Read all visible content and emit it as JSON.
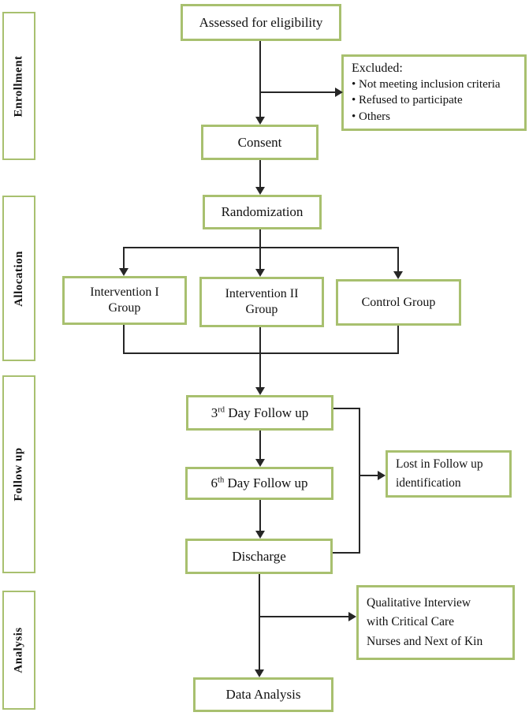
{
  "colors": {
    "box_border": "#a8c06f",
    "connector": "#262626",
    "text": "#111111"
  },
  "sidebar": {
    "items": [
      {
        "label": "Enrollment"
      },
      {
        "label": "Allocation"
      },
      {
        "label": "Follow up"
      },
      {
        "label": "Analysis"
      }
    ]
  },
  "nodes": {
    "assessed": {
      "label": "Assessed for eligibility"
    },
    "excluded": {
      "title": "Excluded:",
      "bullets": [
        "Not meeting inclusion criteria",
        "Refused to participate",
        "Others"
      ]
    },
    "consent": {
      "label": "Consent"
    },
    "randomization": {
      "label": "Randomization"
    },
    "intervention1": {
      "line1": "Intervention I",
      "line2": "Group"
    },
    "intervention2": {
      "line1": "Intervention II",
      "line2": "Group"
    },
    "control": {
      "label": "Control Group"
    },
    "day3": {
      "num": "3",
      "ordinal": "rd",
      "rest": " Day Follow up"
    },
    "day6": {
      "num": "6",
      "ordinal": "th",
      "rest": " Day Follow up"
    },
    "lost": {
      "lines": [
        "Lost in Follow up",
        "identification"
      ]
    },
    "discharge": {
      "label": "Discharge"
    },
    "qualitative": {
      "lines": [
        "Qualitative Interview",
        "with Critical Care",
        "Nurses and Next of Kin"
      ]
    },
    "data_analysis": {
      "label": "Data Analysis"
    }
  }
}
